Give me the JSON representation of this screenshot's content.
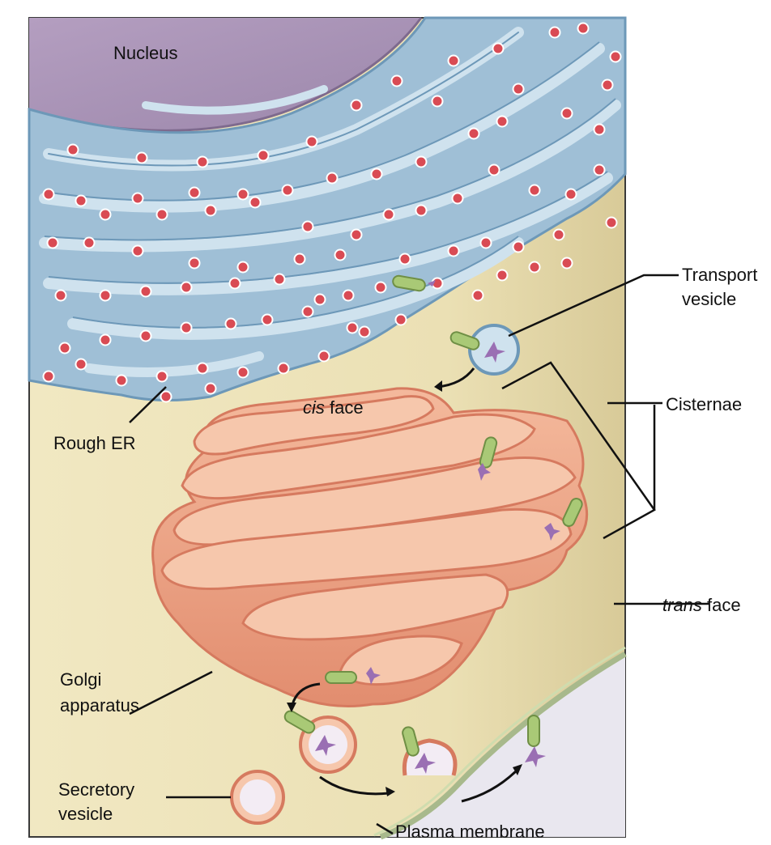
{
  "labels": {
    "nucleus": "Nucleus",
    "transport_vesicle_line1": "Transport",
    "transport_vesicle_line2": "vesicle",
    "cisternae": "Cisternae",
    "cis_face_italic": "cis",
    "cis_face_rest": " face",
    "rough_er": "Rough ER",
    "trans_face_italic": "trans",
    "trans_face_rest": " face",
    "golgi_line1": "Golgi",
    "golgi_line2": "apparatus",
    "secretory_line1": "Secretory",
    "secretory_line2": "vesicle",
    "plasma_membrane": "Plasma membrane"
  },
  "colors": {
    "cytoplasm": "#efe6bd",
    "cytoplasm_dark": "#dccf9e",
    "nucleus": "#a58fb2",
    "nucleus_light": "#c2b2cb",
    "er_fill": "#9fbfd6",
    "er_dark": "#6d98b8",
    "er_light": "#cfe2ee",
    "ribosome": "#d94b54",
    "golgi_fill": "#eaa386",
    "golgi_dark": "#d67a5f",
    "golgi_light": "#f6c7ac",
    "cargo_green": "#a9c976",
    "cargo_purple": "#9a6fb3",
    "outside": "#e9e7ef"
  }
}
